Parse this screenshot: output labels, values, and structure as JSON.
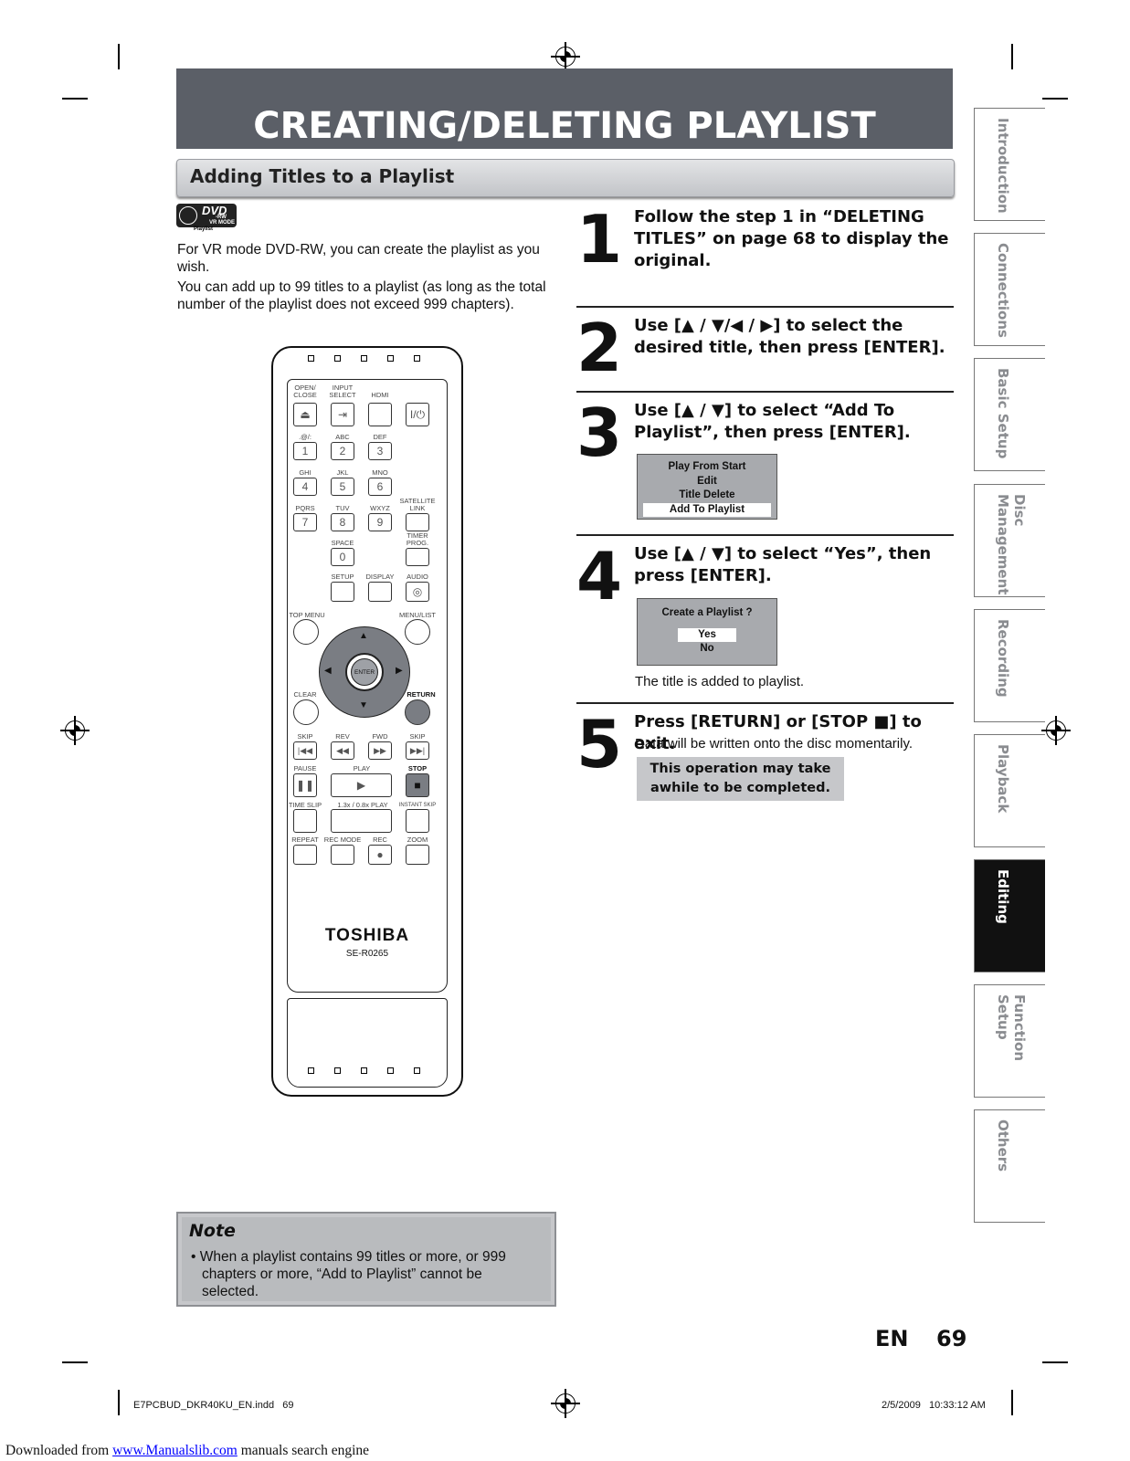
{
  "header": {
    "title": "CREATING/DELETING PLAYLIST",
    "subtitle": "Adding Titles to a Playlist"
  },
  "badge": {
    "dvd": "DVD",
    "rw": "-RW",
    "vr_mode": "VR MODE",
    "caption": "Playlist"
  },
  "intro": {
    "p1": "For VR mode DVD-RW, you can create the playlist as you wish.",
    "p2": "You can add up to 99 titles to a playlist (as long as the total number of the playlist does not exceed 999 chapters)."
  },
  "remote": {
    "labels": {
      "open_close": "OPEN/ CLOSE",
      "input_select": "INPUT SELECT",
      "hdmi": "HDMI",
      "sym": ".@/:",
      "abc": "ABC",
      "def": "DEF",
      "ghi": "GHI",
      "jkl": "JKL",
      "mno": "MNO",
      "pqrs": "PQRS",
      "tuv": "TUV",
      "wxyz": "WXYZ",
      "satellite": "SATELLITE LINK",
      "space": "SPACE",
      "timer": "TIMER PROG.",
      "setup": "SETUP",
      "display": "DISPLAY",
      "audio": "AUDIO",
      "top_menu": "TOP MENU",
      "menu_list": "MENU/LIST",
      "enter": "ENTER",
      "clear": "CLEAR",
      "return": "RETURN",
      "skip": "SKIP",
      "rev": "REV",
      "fwd": "FWD",
      "skip2": "SKIP",
      "pause": "PAUSE",
      "play": "PLAY",
      "stop": "STOP",
      "time_slip": "TIME SLIP",
      "play_speed": "1.3x / 0.8x PLAY",
      "instant_skip": "INSTANT SKIP",
      "repeat": "REPEAT",
      "rec_mode": "REC MODE",
      "rec": "REC",
      "zoom": "ZOOM"
    },
    "digits": [
      "1",
      "2",
      "3",
      "4",
      "5",
      "6",
      "7",
      "8",
      "9",
      "0"
    ],
    "brand": "TOSHIBA",
    "model": "SE-R0265"
  },
  "steps": [
    {
      "num": "1",
      "text": "Follow the step 1 in “DELETING TITLES” on page 68 to display the original."
    },
    {
      "num": "2",
      "text": "Use [▲ / ▼/◀ / ▶] to select the desired title, then press [ENTER]."
    },
    {
      "num": "3",
      "text": "Use [▲ / ▼] to select “Add To Playlist”, then press [ENTER]."
    },
    {
      "num": "4",
      "text": "Use [▲ / ▼] to select “Yes”, then press [ENTER]."
    },
    {
      "num": "5",
      "text": "Press [RETURN] or [STOP ■] to exit."
    }
  ],
  "menu3": [
    "Play From Start",
    "Edit",
    "Title Delete",
    "Add To Playlist"
  ],
  "menu4": {
    "prompt": "Create a Playlist ?",
    "yes": "Yes",
    "no": "No"
  },
  "step4_note": "The title is added to playlist.",
  "step5_note": "Data will be written onto the disc momentarily.",
  "tip": {
    "line1": "This operation may take",
    "line2": "awhile to be completed."
  },
  "note": {
    "title": "Note",
    "text": "• When a playlist contains 99 titles or more, or 999 chapters or more, “Add to Playlist” cannot be selected."
  },
  "tabs": [
    "Introduction",
    "Connections",
    "Basic Setup",
    "Disc Management",
    "Recording",
    "Playback",
    "Editing",
    "Function Setup",
    "Others"
  ],
  "active_tab": "Editing",
  "footer": {
    "lang": "EN",
    "page": "69",
    "file": "E7PCBUD_DKR40KU_EN.indd   69",
    "date": "2/5/2009   10:33:12 AM"
  },
  "download": {
    "prefix": "Downloaded from ",
    "link": "www.Manualslib.com",
    "suffix": " manuals search engine"
  }
}
